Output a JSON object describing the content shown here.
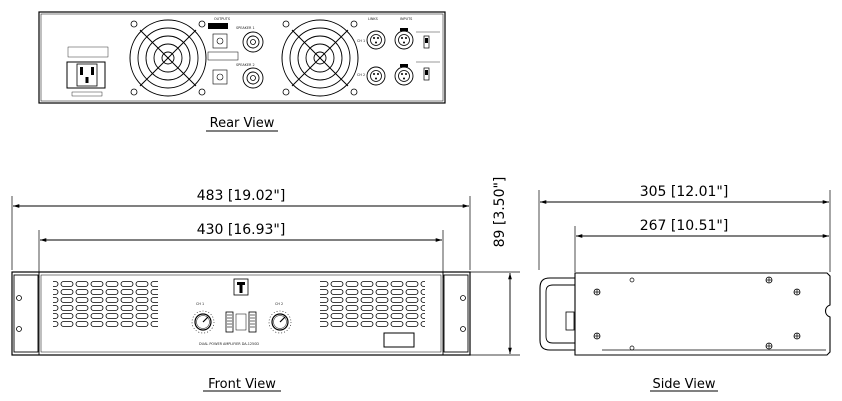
{
  "views": {
    "rear": "Rear View",
    "front": "Front View",
    "side": "Side View"
  },
  "dimensions": {
    "overall_width": "483 [19.02\"]",
    "inner_width": "430 [16.93\"]",
    "height": "89 [3.50\"]",
    "overall_depth": "305 [12.01\"]",
    "inner_depth": "267 [10.51\"]"
  },
  "rear_panel": {
    "outputs": "OUTPUTS",
    "links": "LINKS",
    "inputs": "INPUTS",
    "speaker_1": "SPEAKER 1",
    "speaker_2": "SPEAKER 2",
    "ch1": "CH 1",
    "ch2": "CH 2"
  },
  "front_panel": {
    "ch1": "CH 1",
    "ch2": "CH 2",
    "model": "DUAL POWER AMPLIFIER DA-1250D"
  }
}
